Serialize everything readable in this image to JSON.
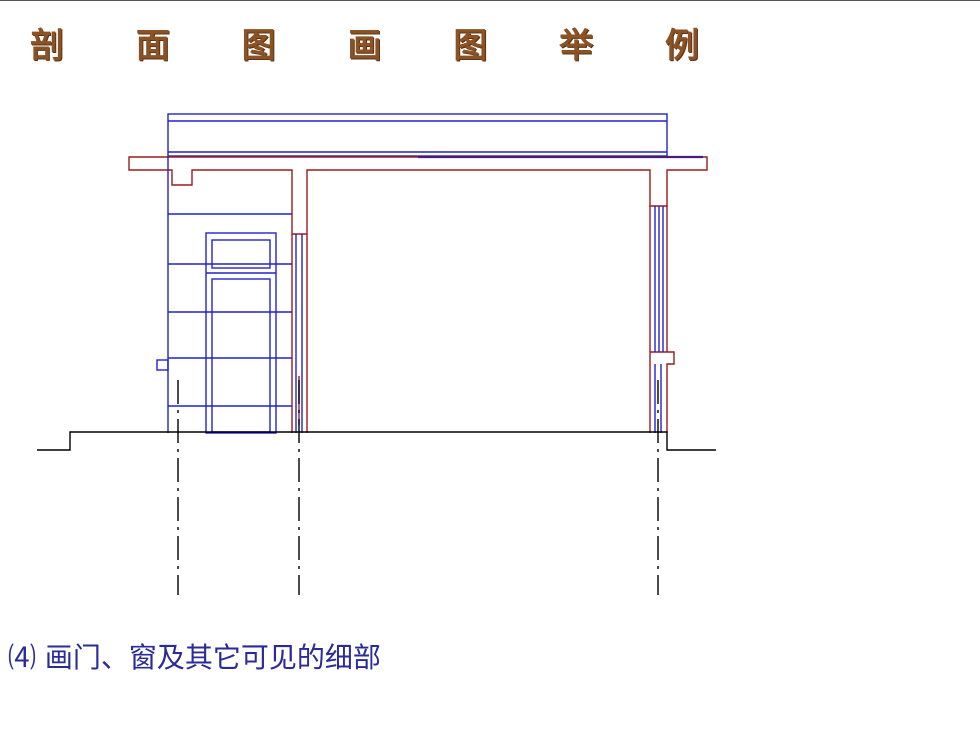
{
  "title": "剖 面 图 画 图 举 例",
  "caption": "⑷ 画门、窗及其它可见的细部",
  "colors": {
    "title": "#8B5226",
    "caption": "#2a2a9a",
    "visible_lines": "#2222cc",
    "section_lines": "#9b1c1c",
    "ground_and_axes": "#000000",
    "roof_highlight": "#4a1c7a"
  },
  "icons": [
    "section-drawing"
  ]
}
